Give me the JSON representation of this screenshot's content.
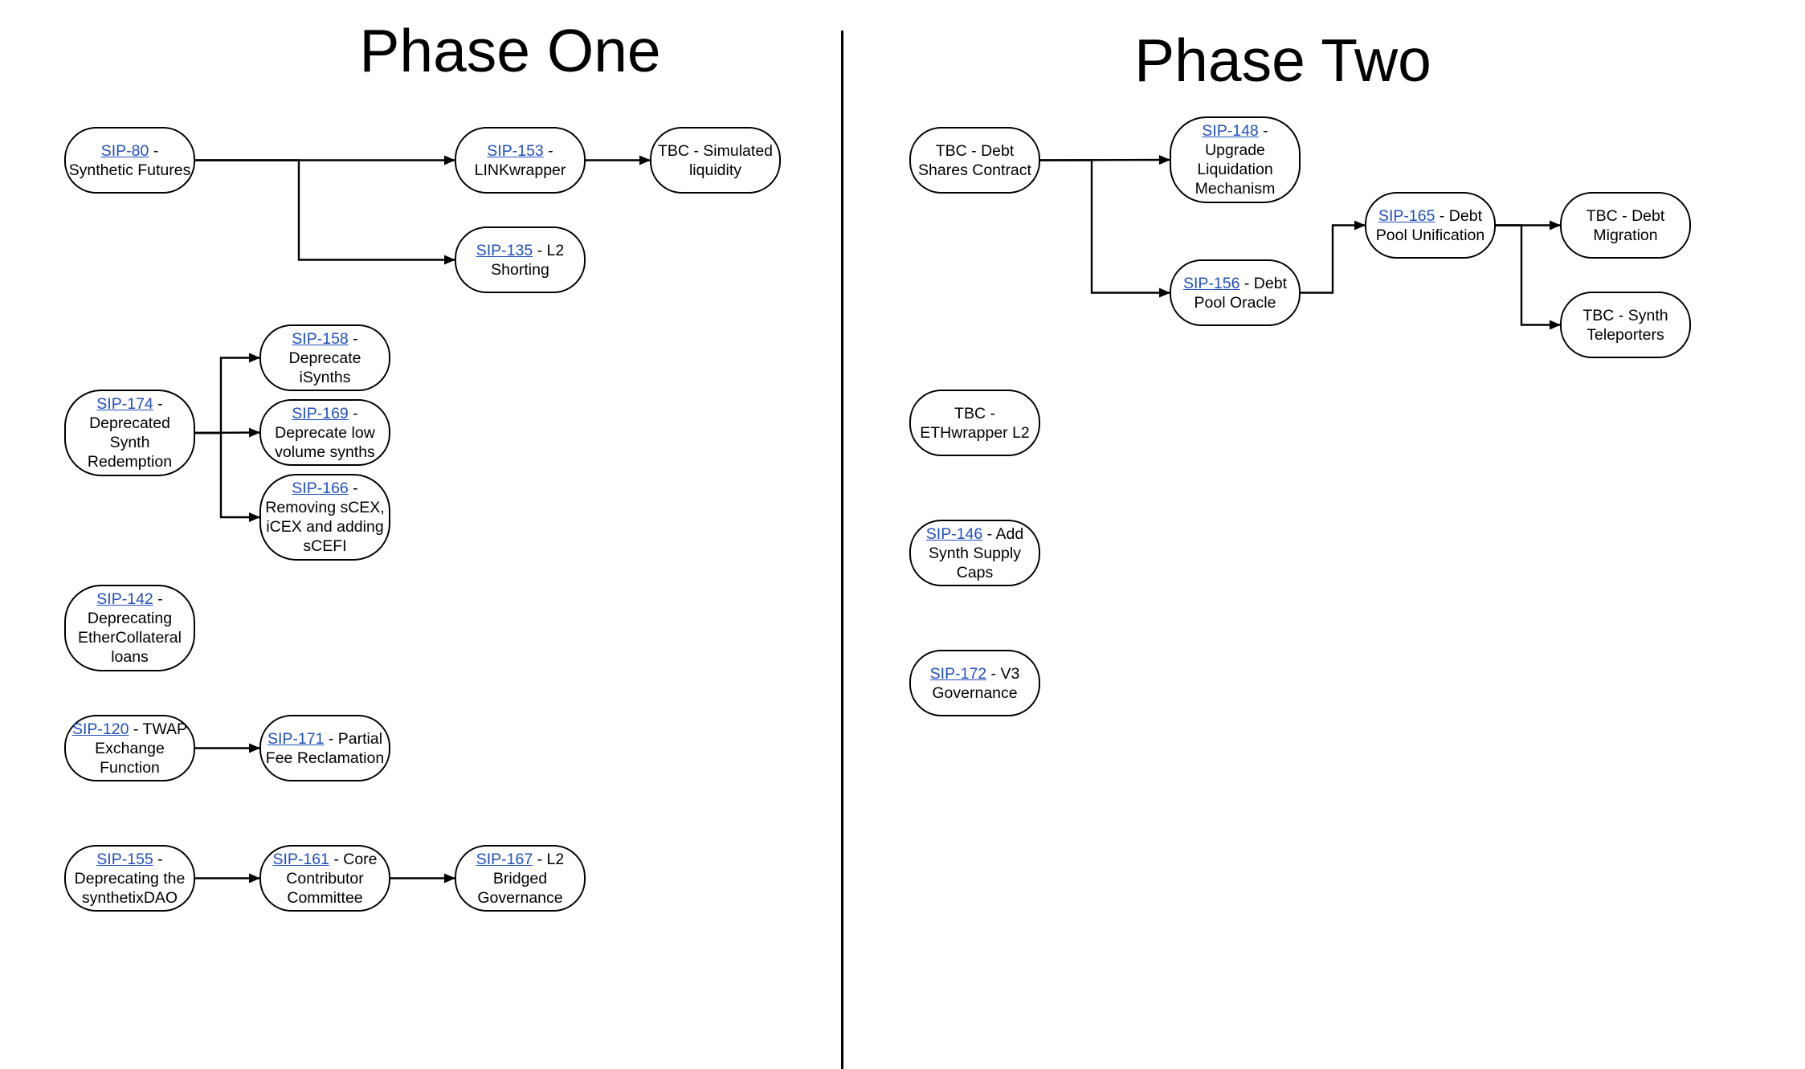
{
  "phases": {
    "one": "Phase One",
    "two": "Phase Two"
  },
  "nodes": {
    "n_sip80": {
      "sip": "SIP-80",
      "text": " - Synthetic Futures"
    },
    "n_sip153": {
      "sip": "SIP-153",
      "text": " - LINKwrapper"
    },
    "n_tbc_sim": {
      "sip": "",
      "text": "TBC - Simulated liquidity"
    },
    "n_sip135": {
      "sip": "SIP-135",
      "text": " - L2 Shorting"
    },
    "n_sip174": {
      "sip": "SIP-174",
      "text": " - Deprecated Synth Redemption"
    },
    "n_sip158": {
      "sip": "SIP-158",
      "text": " - Deprecate iSynths"
    },
    "n_sip169": {
      "sip": "SIP-169",
      "text": " - Deprecate low volume synths"
    },
    "n_sip166": {
      "sip": "SIP-166",
      "text": " - Removing sCEX, iCEX and adding sCEFI"
    },
    "n_sip142": {
      "sip": "SIP-142",
      "text": " - Deprecating EtherCollateral loans"
    },
    "n_sip120": {
      "sip": "SIP-120",
      "text": " - TWAP Exchange Function"
    },
    "n_sip171": {
      "sip": "SIP-171",
      "text": " - Partial Fee Reclamation"
    },
    "n_sip155": {
      "sip": "SIP-155",
      "text": " - Deprecating the synthetixDAO"
    },
    "n_sip161": {
      "sip": "SIP-161",
      "text": " - Core Contributor Committee"
    },
    "n_sip167": {
      "sip": "SIP-167",
      "text": " - L2 Bridged Governance"
    },
    "n_tbc_debt_shares": {
      "sip": "",
      "text": "TBC - Debt Shares Contract"
    },
    "n_sip148": {
      "sip": "SIP-148",
      "text": " - Upgrade Liquidation Mechanism"
    },
    "n_sip156": {
      "sip": "SIP-156",
      "text": " - Debt Pool Oracle"
    },
    "n_sip165": {
      "sip": "SIP-165",
      "text": " - Debt Pool Unification"
    },
    "n_tbc_debt_mig": {
      "sip": "",
      "text": "TBC - Debt Migration"
    },
    "n_tbc_teleporters": {
      "sip": "",
      "text": "TBC - Synth Teleporters"
    },
    "n_tbc_ethwrapper": {
      "sip": "",
      "text": "TBC - ETHwrapper L2"
    },
    "n_sip146": {
      "sip": "SIP-146",
      "text": " - Add Synth Supply Caps"
    },
    "n_sip172": {
      "sip": "SIP-172",
      "text": " - V3 Governance"
    }
  },
  "edges": [
    [
      "n_sip80",
      "n_sip153"
    ],
    [
      "n_sip80",
      "n_sip135"
    ],
    [
      "n_sip153",
      "n_tbc_sim"
    ],
    [
      "n_sip174",
      "n_sip158"
    ],
    [
      "n_sip174",
      "n_sip169"
    ],
    [
      "n_sip174",
      "n_sip166"
    ],
    [
      "n_sip120",
      "n_sip171"
    ],
    [
      "n_sip155",
      "n_sip161"
    ],
    [
      "n_sip161",
      "n_sip167"
    ],
    [
      "n_tbc_debt_shares",
      "n_sip148"
    ],
    [
      "n_tbc_debt_shares",
      "n_sip156"
    ],
    [
      "n_sip156",
      "n_sip165"
    ],
    [
      "n_sip165",
      "n_tbc_debt_mig"
    ],
    [
      "n_sip165",
      "n_tbc_teleporters"
    ]
  ]
}
